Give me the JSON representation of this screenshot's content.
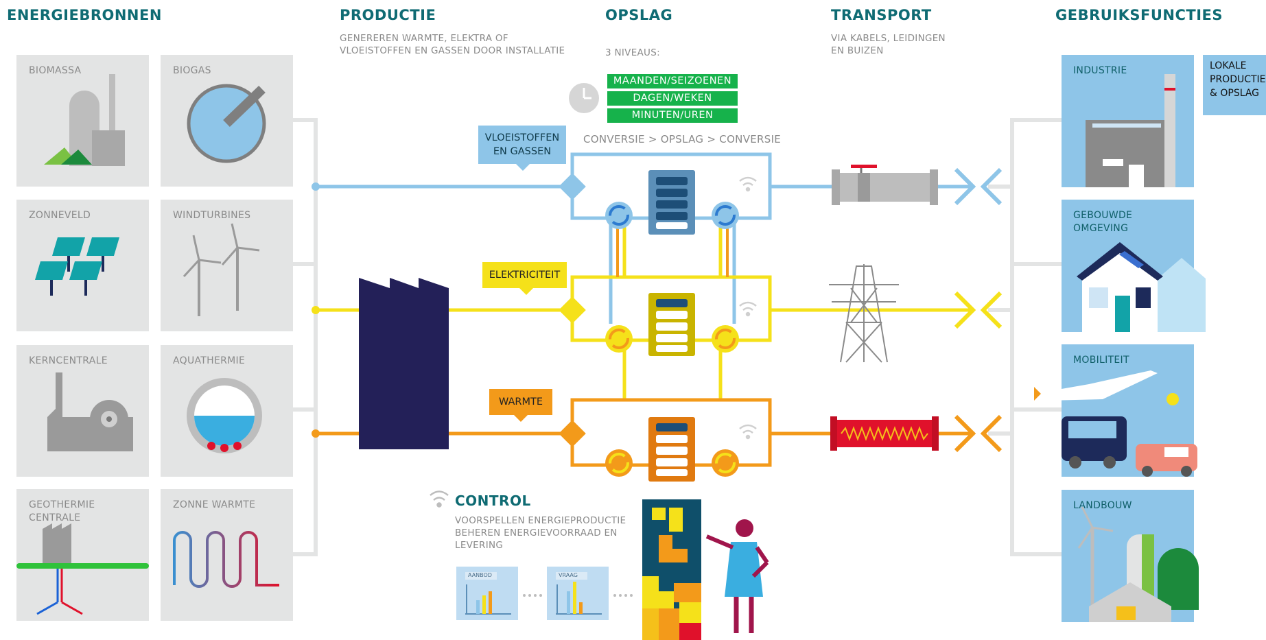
{
  "headers": {
    "energy_sources": "ENERGIEBRONNEN",
    "production": "PRODUCTIE",
    "storage": "OPSLAG",
    "transport": "TRANSPORT",
    "use_functions": "GEBRUIKSFUNCTIES"
  },
  "subtitles": {
    "production": "GENEREREN WARMTE, ELEKTRA OF VLOEISTOFFEN EN GASSEN DOOR INSTALLATIE",
    "storage": "3 NIVEAUS:",
    "transport": "VIA KABELS, LEIDINGEN EN BUIZEN"
  },
  "storage_levels": [
    "MAANDEN/SEIZOENEN",
    "DAGEN/WEKEN",
    "MINUTEN/UREN"
  ],
  "conversion_label": "CONVERSIE > OPSLAG > CONVERSIE",
  "sources": [
    {
      "label": "BIOMASSA",
      "icon": "biomass-plant-icon"
    },
    {
      "label": "BIOGAS",
      "icon": "biogas-tank-icon"
    },
    {
      "label": "ZONNEVELD",
      "icon": "solar-panels-icon"
    },
    {
      "label": "WINDTURBINES",
      "icon": "wind-turbines-icon"
    },
    {
      "label": "KERNCENTRALE",
      "icon": "nuclear-plant-icon"
    },
    {
      "label": "AQUATHERMIE",
      "icon": "aquathermal-icon"
    },
    {
      "label": "GEOTHERMIE CENTRALE",
      "icon": "geothermal-plant-icon"
    },
    {
      "label": "ZONNE WARMTE",
      "icon": "solar-heat-coil-icon"
    }
  ],
  "carriers": {
    "fluids": "VLOEISTOFFEN EN GASSEN",
    "electricity": "ELEKTRICITEIT",
    "heat": "WARMTE"
  },
  "uses": [
    {
      "label": "INDUSTRIE"
    },
    {
      "label": "GEBOUWDE OMGEVING"
    },
    {
      "label": "MOBILITEIT"
    },
    {
      "label": "LANDBOUW"
    }
  ],
  "local_callout": "LOKALE PRODUCTIE & OPSLAG",
  "control": {
    "title": "CONTROL",
    "description": "VOORSPELLEN ENERGIEPRODUCTIE BEHEREN ENERGIEVOORRAAD EN LEVERING",
    "chart_labels": [
      "AANBOD",
      "VRAAG"
    ]
  },
  "colors": {
    "fluids": "#8ec5e8",
    "electricity": "#f5e11a",
    "heat": "#f39a1a",
    "header": "#0f6b73",
    "green_level": "#16b24b",
    "factory": "#232058"
  }
}
